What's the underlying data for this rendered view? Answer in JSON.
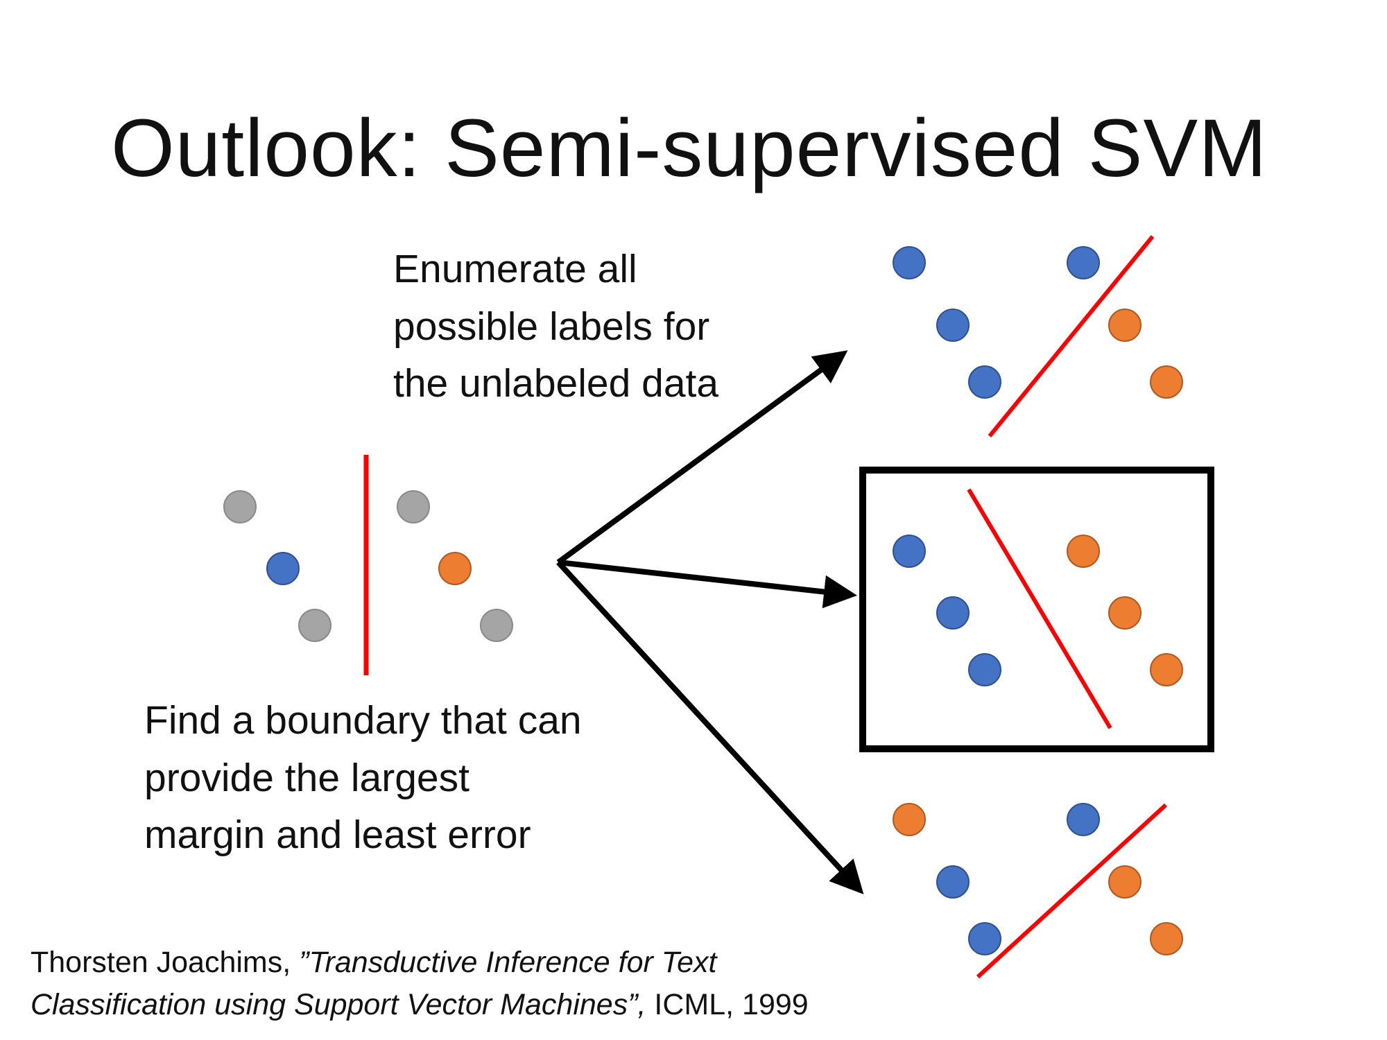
{
  "slide": {
    "title": "Outlook: Semi-supervised SVM",
    "enumerate_text": [
      "Enumerate all",
      "possible labels for",
      "the unlabeled data"
    ],
    "boundary_text": [
      "Find a boundary that can",
      "provide the largest",
      "margin and least error"
    ],
    "citation": {
      "author": "Thorsten Joachims, ",
      "title_line1": "”Transductive Inference for Text",
      "title_line2": "Classification using Support Vector Machines”,",
      "venue": " ICML, 1999"
    }
  },
  "colors": {
    "unlabeled": "#a5a5a5",
    "class_blue": "#4472c4",
    "class_orange": "#ed7d31",
    "boundary": "#ff0000",
    "arrow": "#000000",
    "highlight_box": "#000000"
  }
}
